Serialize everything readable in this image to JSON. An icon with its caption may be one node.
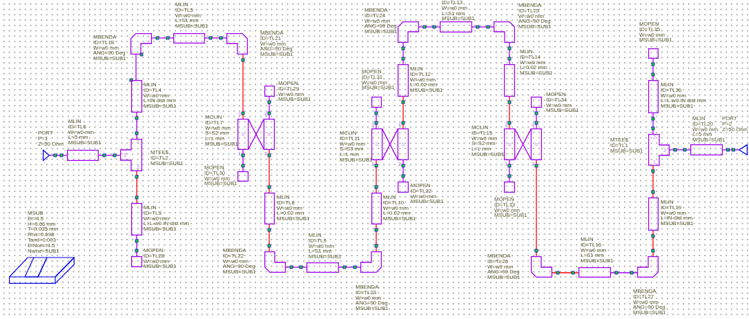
{
  "diagram": {
    "nodes": [
      {
        "text": [
          "PORT",
          "P=1",
          "Z=50 Ohm"
        ]
      },
      {
        "text": [
          "MLIN",
          "ID=TL6",
          "W=w0 mm",
          "L=5 mm",
          "MSUB=SUB1"
        ]
      },
      {
        "text": [
          "MTEE$",
          "ID=TL2",
          "MSUB=SUB1"
        ]
      },
      {
        "text": [
          "MLIN",
          "ID=TL4",
          "W=w0 mm",
          "L=IN dist mm",
          "MSUB=SUB1"
        ]
      },
      {
        "text": [
          "MBENDA",
          "ID=TL18",
          "W=w0 mm",
          "ANG=90 Deg",
          "MSUB=SUB1"
        ]
      },
      {
        "text": [
          "MLIN",
          "ID=TL5",
          "W=w0 mm",
          "L=S1 mm",
          "MSUB=SUB1"
        ]
      },
      {
        "text": [
          "MBENDA",
          "ID=TL21",
          "W=w0 mm",
          "ANG=90 Deg",
          "MSUB=SUB1"
        ]
      },
      {
        "text": [
          "MCLIN",
          "ID=TL7",
          "W=w0 mm",
          "S=S2 mm",
          "L=L mm",
          "MSUB=SUB1"
        ]
      },
      {
        "text": [
          "MOPEN",
          "ID=TL29",
          "W=w0 mm",
          "MSUB=SUB1"
        ]
      },
      {
        "text": [
          "MOPEN",
          "ID=TL30",
          "W=w0 mm",
          "MSUB=SUB1"
        ]
      },
      {
        "text": [
          "MLIN",
          "ID=TL3",
          "W=w0 mm",
          "L=L-w0-IN dist mm",
          "MSUB=SUB1"
        ]
      },
      {
        "text": [
          "MOPEN",
          "ID=TL28",
          "W=w0 mm",
          "MSUB=SUB1"
        ]
      },
      {
        "text": [
          "MSUB",
          "Er=4.5",
          "H=0.66 mm",
          "T=0.035 mm",
          "Rho=0.698",
          "Tand=0.003",
          "ErNom=4.5",
          "Name=SUB1"
        ]
      },
      {
        "text": [
          "MLIN",
          "ID=TL8",
          "W=w0 mm",
          "L=0.02 mm",
          "MSUB=SUB1"
        ]
      },
      {
        "text": [
          "MBENDA",
          "ID=TL22",
          "W=w0 mm",
          "ANG=90 Deg",
          "MSUB=SUB1"
        ]
      },
      {
        "text": [
          "MLIN",
          "ID=TL9",
          "W=w0 mm",
          "L=S1 mm",
          "MSUB=SUB1"
        ]
      },
      {
        "text": [
          "MBENDA",
          "ID=TL23",
          "W=w0 mm",
          "ANG=90 Deg",
          "MSUB=SUB1"
        ]
      },
      {
        "text": [
          "MLIN",
          "ID=TL10",
          "W=w0 mm",
          "L=0.02 mm",
          "MSUB=SUB1"
        ]
      },
      {
        "text": [
          "MCLIN",
          "ID=TL11",
          "W=w0 mm",
          "S=S3 mm",
          "L=L mm",
          "MSUB=SUB1"
        ]
      },
      {
        "text": [
          "MOPEN",
          "ID=TL31",
          "W=w0 mm",
          "MSUB=SUB1"
        ]
      },
      {
        "text": [
          "MOPEN",
          "ID=TL32",
          "W=w0 mm",
          "MSUB=SUB1"
        ]
      },
      {
        "text": [
          "MLIN",
          "ID=TL12",
          "W=w0 mm",
          "L=0.02 mm",
          "MSUB=SUB1"
        ]
      },
      {
        "text": [
          "MBENDA",
          "ID=TL24",
          "W=w0 mm",
          "ANG=90 Deg",
          "MSUB=SUB1"
        ]
      },
      {
        "text": [
          "ID=TL13",
          "W=w0 mm",
          "L=S1 mm",
          "MSUB=SUB1"
        ]
      },
      {
        "text": [
          "MBENDA",
          "ID=TL25",
          "W=w0 mm",
          "ANG=90 Deg",
          "MSUB=SUB1"
        ]
      },
      {
        "text": [
          "MLIN",
          "ID=TL14",
          "W=w0 mm",
          "L=0.02 mm",
          "MSUB=SUB1"
        ]
      },
      {
        "text": [
          "MCLIN",
          "ID=TL15",
          "W=w0 mm",
          "S=S2 mm",
          "L=L mm",
          "MSUB=SUB1"
        ]
      },
      {
        "text": [
          "MOPEN",
          "ID=TL34",
          "W=w0 mm",
          "MSUB=SUB1"
        ]
      },
      {
        "text": [
          "MOPEN",
          "ID=TL33",
          "W=w0 mm",
          "MSUB=SUB1"
        ]
      },
      {
        "text": [
          "MBENDA",
          "ID=TL26",
          "W=w0 mm",
          "ANG=90 Deg",
          "MSUB=SUB1"
        ]
      },
      {
        "text": [
          "MLIN",
          "ID=TL16",
          "W=w0 mm",
          "L=S1 mm",
          "MSUB=SUB1"
        ]
      },
      {
        "text": [
          "MBENDA",
          "ID=TL27",
          "W=w0 mm",
          "ANG=90 Deg",
          "MSUB=SUB1"
        ]
      },
      {
        "text": [
          "MLIN",
          "ID=TL19",
          "W=w0 mm",
          "L=IN dist mm",
          "MSUB=SUB1"
        ]
      },
      {
        "text": [
          "MTEE$",
          "ID=TL1",
          "MSUB=SUB1"
        ]
      },
      {
        "text": [
          "MLIN",
          "ID=TL36",
          "W=w0 mm",
          "L=L-w0-IN dist mm",
          "MSUB=SUB1"
        ]
      },
      {
        "text": [
          "MOPEN",
          "ID=TL35",
          "W=w0 mm",
          "MSUB=SUB1"
        ]
      },
      {
        "text": [
          "MLIN",
          "ID=TL20",
          "W=w0 mm",
          "L=5 mm",
          "MSUB=SUB1"
        ]
      },
      {
        "text": [
          "PORT",
          "P=2",
          "Z=50 Ohm"
        ]
      }
    ],
    "edges": [
      {
        "from": 0,
        "to": 1,
        "arrow": "none"
      },
      {
        "from": 1,
        "to": 2,
        "arrow": "none"
      },
      {
        "from": 2,
        "to": 3,
        "arrow": "none"
      },
      {
        "from": 3,
        "to": 4,
        "arrow": "none"
      },
      {
        "from": 4,
        "to": 5,
        "arrow": "none"
      },
      {
        "from": 5,
        "to": 6,
        "arrow": "none"
      },
      {
        "from": 6,
        "to": 7,
        "arrow": "none",
        "color": "#ff0000"
      },
      {
        "from": 7,
        "to": 8,
        "arrow": "none"
      },
      {
        "from": 7,
        "to": 9,
        "arrow": "none"
      },
      {
        "from": 7,
        "to": 13,
        "arrow": "none",
        "color": "#ff0000"
      },
      {
        "from": 2,
        "to": 10,
        "arrow": "none",
        "color": "#ff0000"
      },
      {
        "from": 10,
        "to": 11,
        "arrow": "none"
      },
      {
        "from": 13,
        "to": 14,
        "arrow": "none",
        "color": "#ff0000"
      },
      {
        "from": 14,
        "to": 15,
        "arrow": "none"
      },
      {
        "from": 15,
        "to": 16,
        "arrow": "none"
      },
      {
        "from": 16,
        "to": 17,
        "arrow": "none",
        "color": "#ff0000"
      },
      {
        "from": 17,
        "to": 18,
        "arrow": "none",
        "color": "#ff0000"
      },
      {
        "from": 18,
        "to": 19,
        "arrow": "none"
      },
      {
        "from": 18,
        "to": 20,
        "arrow": "none"
      },
      {
        "from": 18,
        "to": 21,
        "arrow": "none",
        "color": "#ff0000"
      },
      {
        "from": 21,
        "to": 22,
        "arrow": "none"
      },
      {
        "from": 22,
        "to": 23,
        "arrow": "none"
      },
      {
        "from": 23,
        "to": 24,
        "arrow": "none"
      },
      {
        "from": 24,
        "to": 25,
        "arrow": "none"
      },
      {
        "from": 25,
        "to": 26,
        "arrow": "none",
        "color": "#ff0000"
      },
      {
        "from": 26,
        "to": 27,
        "arrow": "none"
      },
      {
        "from": 26,
        "to": 28,
        "arrow": "none"
      },
      {
        "from": 26,
        "to": 29,
        "arrow": "none",
        "color": "#ff0000"
      },
      {
        "from": 29,
        "to": 30,
        "arrow": "none",
        "color": "#ff0000"
      },
      {
        "from": 30,
        "to": 31,
        "arrow": "none"
      },
      {
        "from": 31,
        "to": 32,
        "arrow": "none",
        "color": "#ff0000"
      },
      {
        "from": 32,
        "to": 33,
        "arrow": "none",
        "color": "#ff0000"
      },
      {
        "from": 33,
        "to": 34,
        "arrow": "none"
      },
      {
        "from": 34,
        "to": 35,
        "arrow": "none"
      },
      {
        "from": 33,
        "to": 36,
        "arrow": "none"
      },
      {
        "from": 36,
        "to": 37,
        "arrow": "none"
      }
    ],
    "labels": [
      "3",
      "4",
      "3",
      "4",
      "3",
      "4",
      "2",
      "1",
      "3",
      "3",
      "1",
      "2",
      "1",
      "2",
      "2",
      "1",
      "1",
      "2"
    ]
  }
}
